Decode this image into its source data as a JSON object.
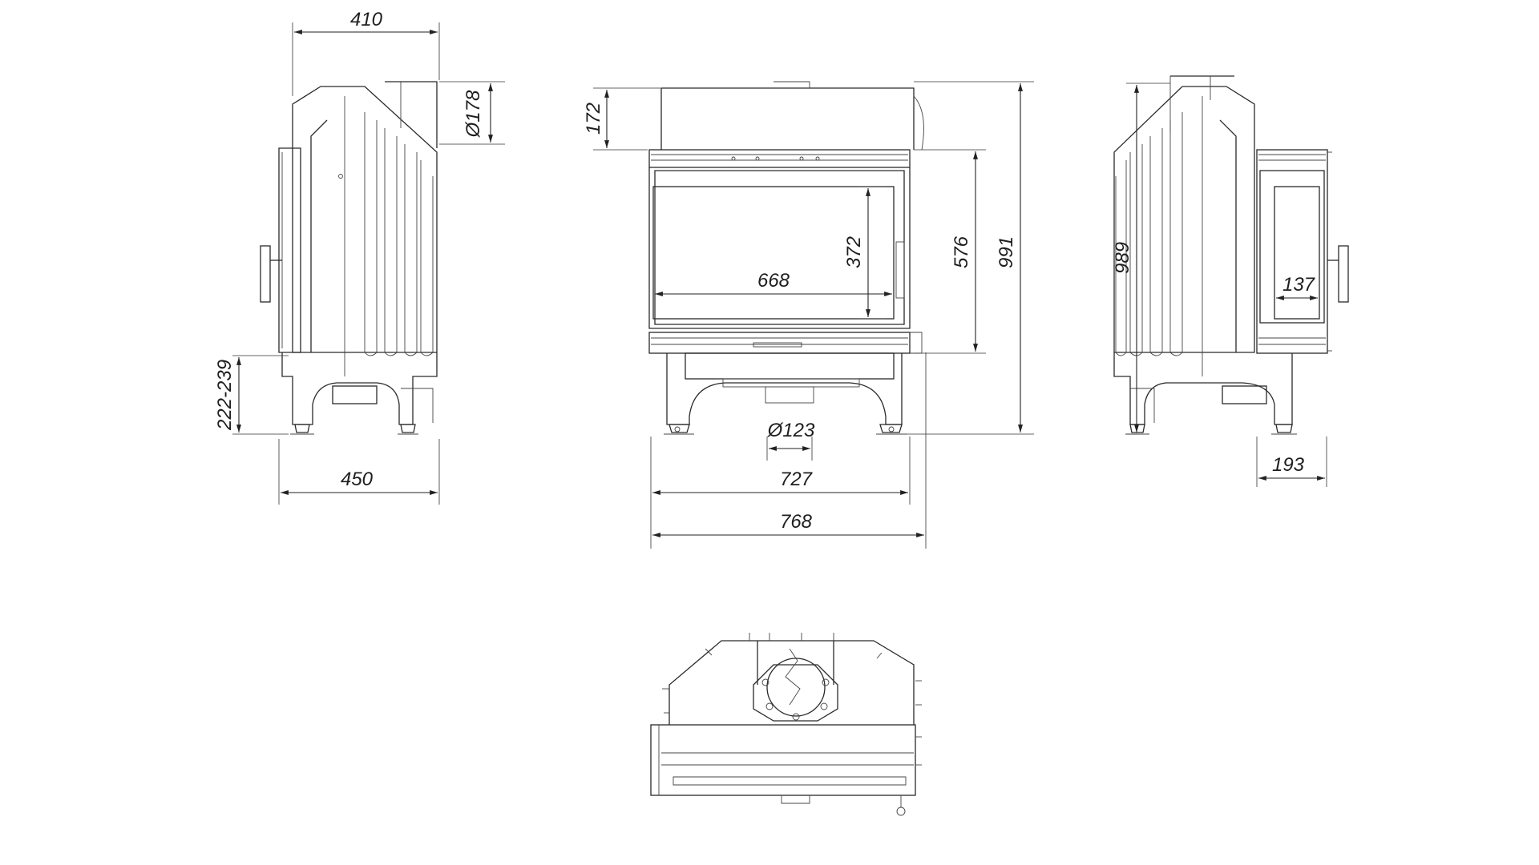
{
  "dimensions": {
    "left_top_width": "410",
    "left_flue_diameter": "Ø178",
    "left_leg_height": "222-239",
    "left_depth": "450",
    "front_top_height": "172",
    "front_glass_height": "372",
    "front_glass_width": "668",
    "front_door_height": "576",
    "front_total_height": "991",
    "front_air_inlet_diameter": "Ø123",
    "front_inner_width": "727",
    "front_total_width": "768",
    "right_total_height": "989",
    "right_glass_width": "137",
    "right_depth": "193"
  }
}
